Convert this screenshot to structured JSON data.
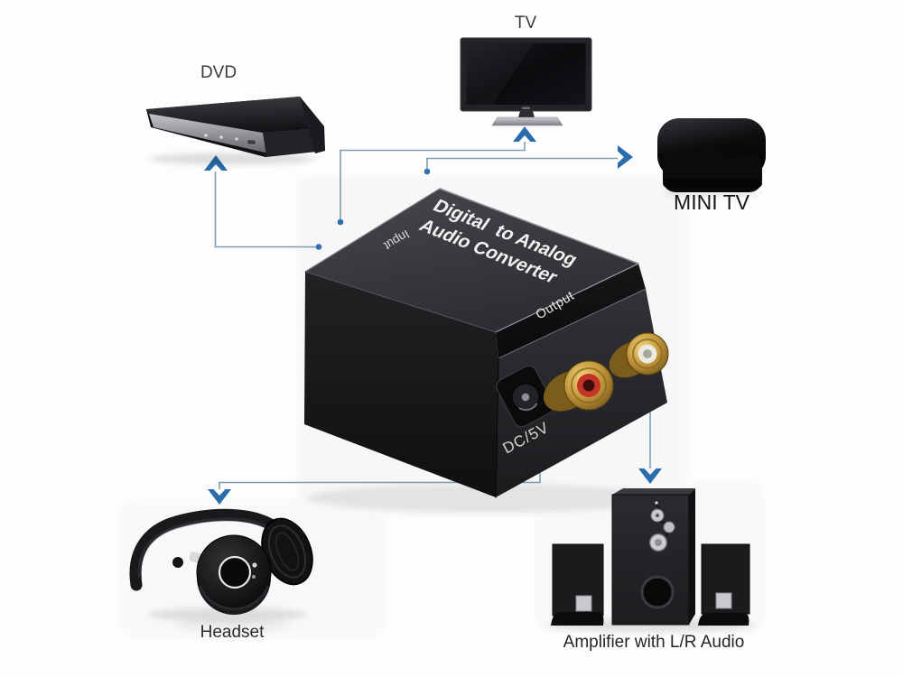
{
  "diagram": {
    "labels": {
      "dvd": "DVD",
      "tv": "TV",
      "mini_tv": "MINI TV",
      "headset": "Headset",
      "amplifier": "Amplifier with L/R Audio"
    },
    "converter": {
      "title_line1": "Digital  to Analog",
      "title_line2": "Audio Converter",
      "input": "Input",
      "output": "Output",
      "power": "DC/5V"
    },
    "colors": {
      "connector_line": "#7f9db1",
      "arrow": "#2a6dad",
      "dot": "#2f6fae",
      "rca_red": "#c63327",
      "rca_white": "#ece9e0",
      "gold": "#c79c3f",
      "label_text": "#333333"
    }
  }
}
